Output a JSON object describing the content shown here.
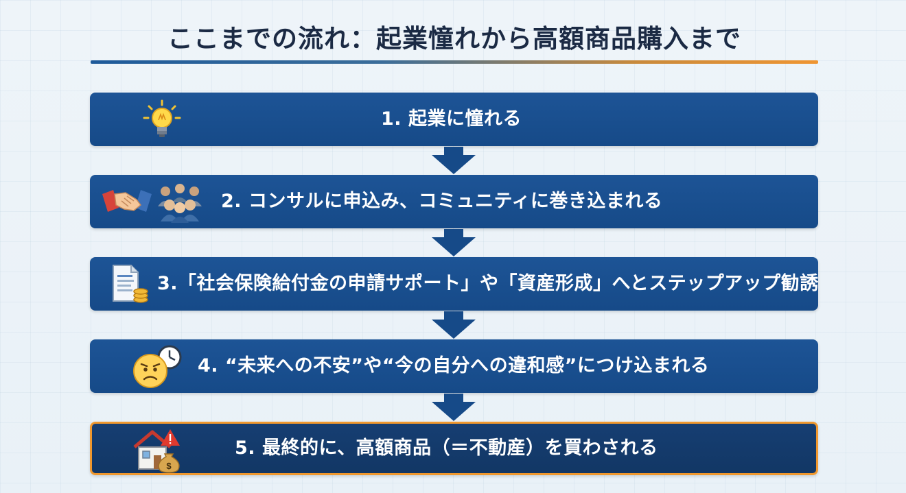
{
  "title": "ここまでの流れ：起業憧れから高額商品購入まで",
  "steps": [
    {
      "label": "1. 起業に憧れる",
      "icons": [
        "lightbulb-icon"
      ]
    },
    {
      "label": "2. コンサルに申込み、コミュニティに巻き込まれる",
      "icons": [
        "handshake-icon",
        "group-people-icon"
      ]
    },
    {
      "label": "3.「社会保険給付金の申請サポート」や「資産形成」へとステップアップ勧誘",
      "icons": [
        "document-coins-icon"
      ]
    },
    {
      "label": "4. “未来への不安”や“今の自分への違和感”につけ込まれる",
      "icons": [
        "worried-face-clock-icon"
      ]
    },
    {
      "label": "5. 最終的に、高額商品（＝不動産）を買わされる",
      "icons": [
        "house-moneybag-warning-icon"
      ]
    }
  ],
  "colors": {
    "step_fill": "#1a4f90",
    "final_fill": "#143d6e",
    "final_border": "#f0982e",
    "title_text": "#1b2a44"
  }
}
